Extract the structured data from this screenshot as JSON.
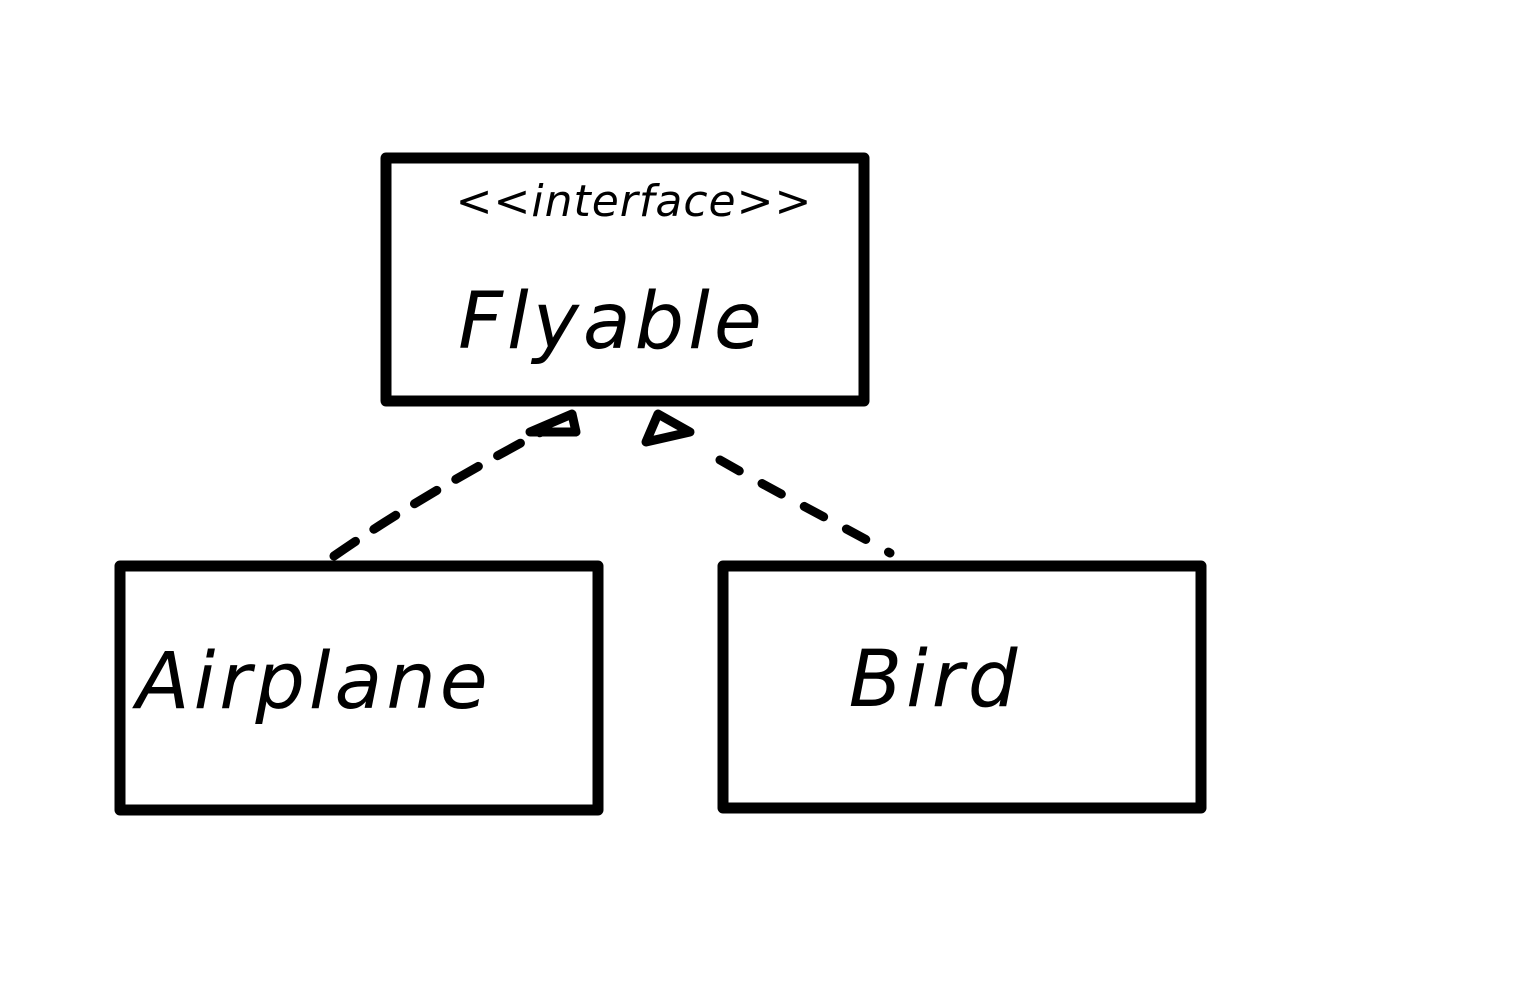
{
  "diagram": {
    "colors": {
      "stroke": "#000000",
      "background": "#ffffff"
    },
    "interface_box": {
      "stereotype": "<<interface>>",
      "name": "Flyable"
    },
    "classes": [
      {
        "name": "Airplane"
      },
      {
        "name": "Bird"
      }
    ],
    "relations": [
      {
        "from": "Airplane",
        "to": "Flyable",
        "kind": "realization"
      },
      {
        "from": "Bird",
        "to": "Flyable",
        "kind": "realization"
      }
    ]
  }
}
